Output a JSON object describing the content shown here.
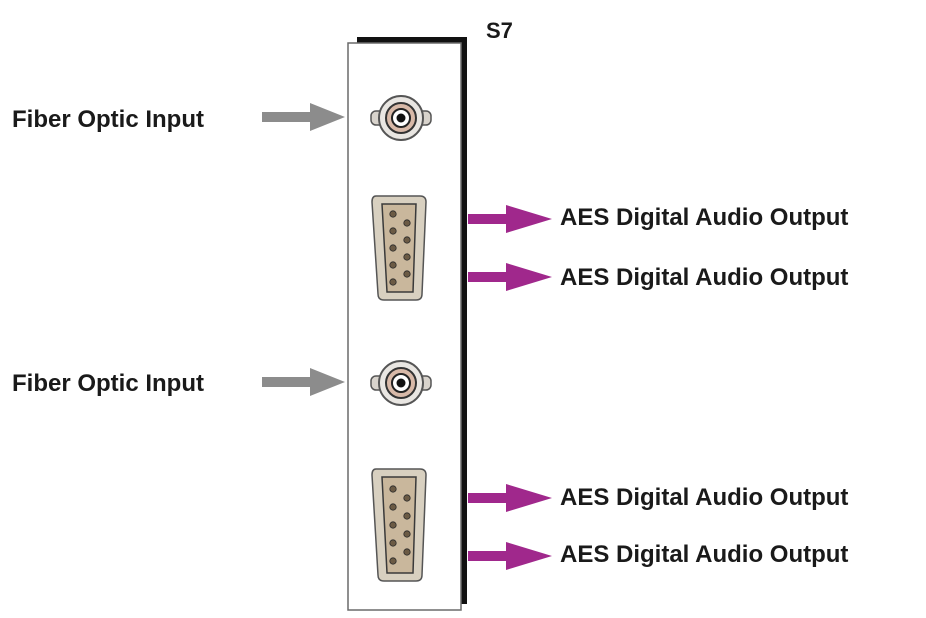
{
  "slot": {
    "label": "S7"
  },
  "inputs": [
    {
      "label": "Fiber Optic Input"
    },
    {
      "label": "Fiber Optic Input"
    }
  ],
  "outputs": [
    {
      "label": "AES Digital Audio Output"
    },
    {
      "label": "AES Digital Audio Output"
    },
    {
      "label": "AES Digital Audio Output"
    },
    {
      "label": "AES Digital Audio Output"
    }
  ],
  "colors": {
    "input_arrow": "#8c8c8c",
    "output_arrow": "#a0288c",
    "connector_body": "#c9b79c",
    "panel_edge": "#111111"
  }
}
